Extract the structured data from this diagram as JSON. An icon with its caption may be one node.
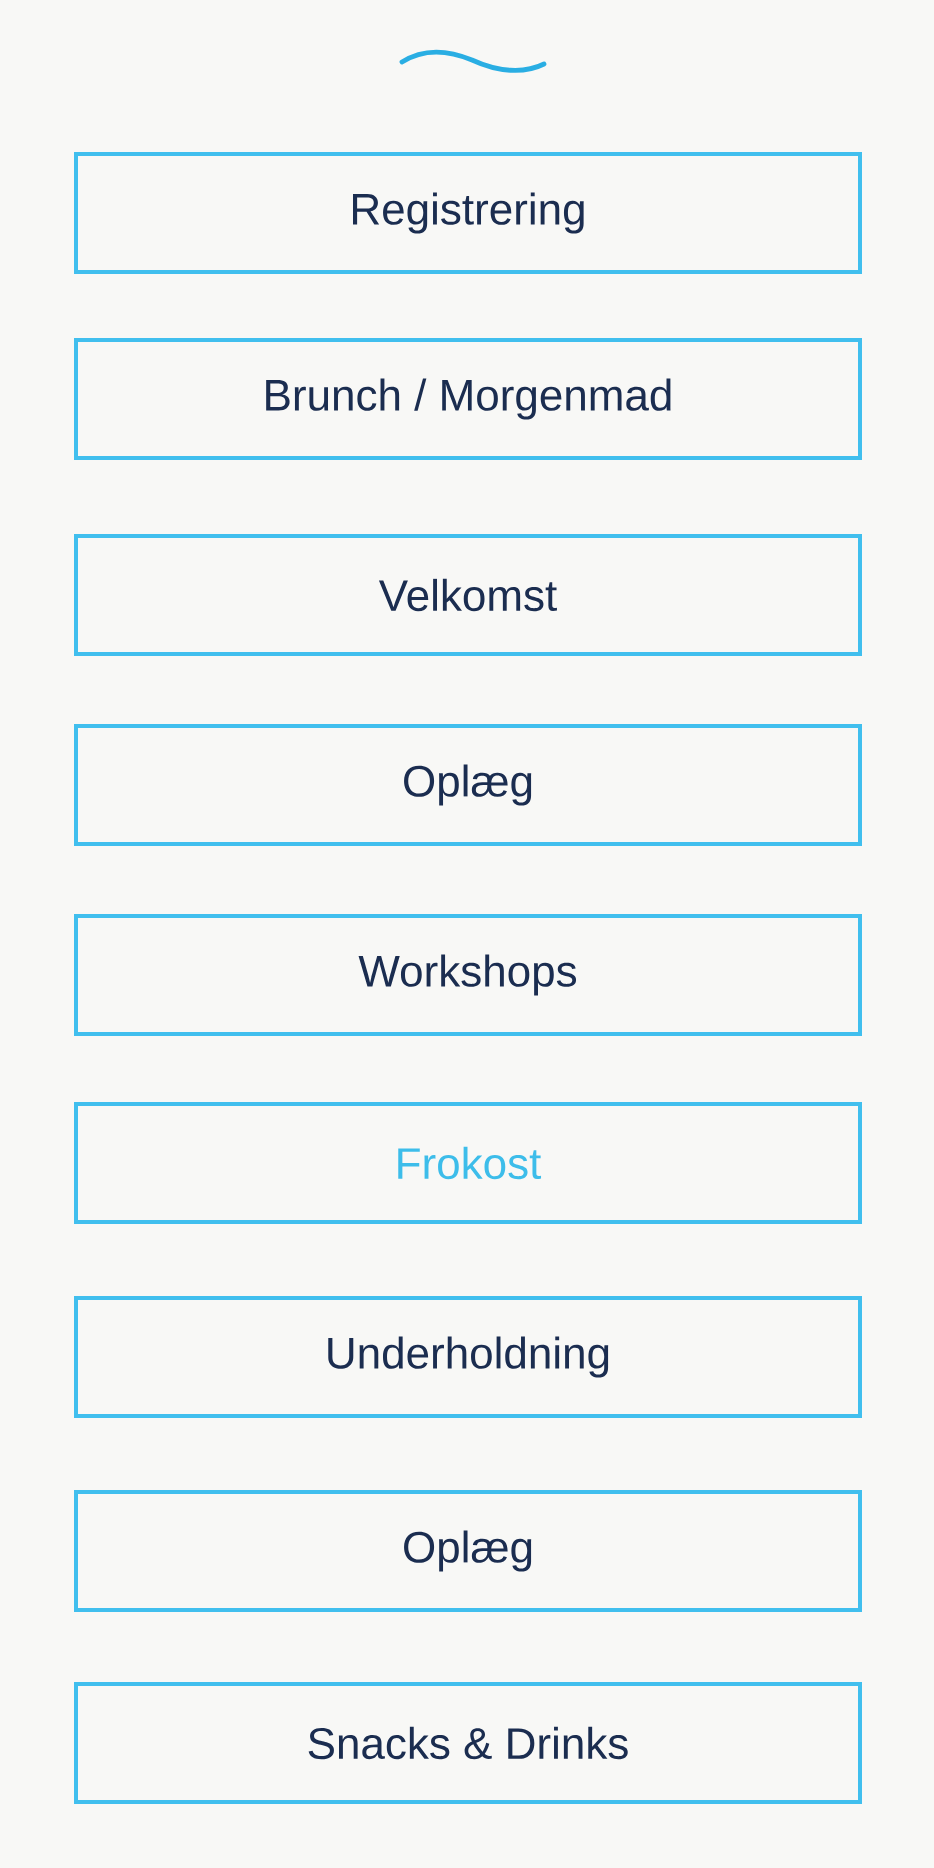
{
  "diagram": {
    "nodes": [
      {
        "text": [
          "Registrering"
        ]
      },
      {
        "text": [
          "Brunch / Morgenmad"
        ]
      },
      {
        "text": [
          "Velkomst"
        ]
      },
      {
        "text": [
          "Oplæg"
        ]
      },
      {
        "text": [
          "Workshops"
        ]
      },
      {
        "text": [
          "Frokost"
        ]
      },
      {
        "text": [
          "Underholdning"
        ]
      },
      {
        "text": [
          "Oplæg"
        ]
      },
      {
        "text": [
          "Snacks & Drinks"
        ]
      }
    ]
  }
}
